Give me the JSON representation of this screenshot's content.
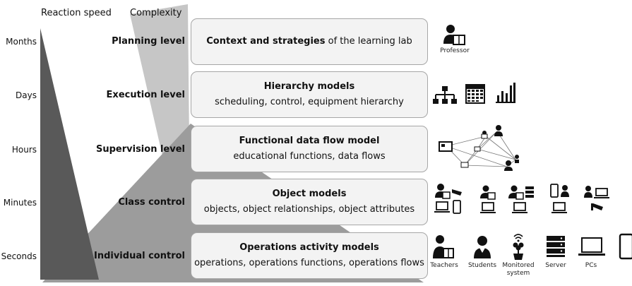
{
  "headers": {
    "reaction_speed": "Reaction speed",
    "complexity": "Complexity"
  },
  "time_scale": [
    "Months",
    "Days",
    "Hours",
    "Minutes",
    "Seconds"
  ],
  "levels": [
    {
      "name": "Planning level",
      "title": "Context and strategies",
      "title_suffix": " of the learning lab",
      "sub": ""
    },
    {
      "name": "Execution level",
      "title": "Hierarchy models",
      "title_suffix": "",
      "sub": "scheduling, control, equipment hierarchy"
    },
    {
      "name": "Supervision level",
      "title": "Functional data flow model",
      "title_suffix": "",
      "sub": "educational functions, data flows"
    },
    {
      "name": "Class control",
      "title": "Object models",
      "title_suffix": "",
      "sub": "objects, object relationships, object attributes"
    },
    {
      "name": "Individual control",
      "title": "Operations activity models",
      "title_suffix": "",
      "sub": "operations, operations functions, operations flows"
    }
  ],
  "icon_labels": {
    "professor": "Professor",
    "teachers": "Teachers",
    "students": "Students",
    "monitored_system": "Monitored system",
    "server": "Server",
    "pcs": "PCs"
  },
  "icons": {
    "planning": [
      "professor-icon"
    ],
    "execution": [
      "org-chart-icon",
      "calendar-grid-icon",
      "bar-chart-icon"
    ],
    "supervision": [
      "network-dataflow-icon"
    ],
    "class_control": [
      "teacher-camera-icon",
      "teacher-screen-icon",
      "teacher-server-icon",
      "phone-laptop-icon",
      "student-laptop-camera-icon"
    ],
    "individual": [
      "teacher-icon",
      "student-icon",
      "monitored-system-icon",
      "server-icon",
      "pc-icon",
      "tablet-icon"
    ]
  },
  "colors": {
    "dark_triangle": "#5a5a5a",
    "mid_triangle": "#9a9a9a",
    "light_triangle": "#c4c4c4",
    "box_fill": "#f3f3f3",
    "box_border": "#a6a6a6"
  }
}
